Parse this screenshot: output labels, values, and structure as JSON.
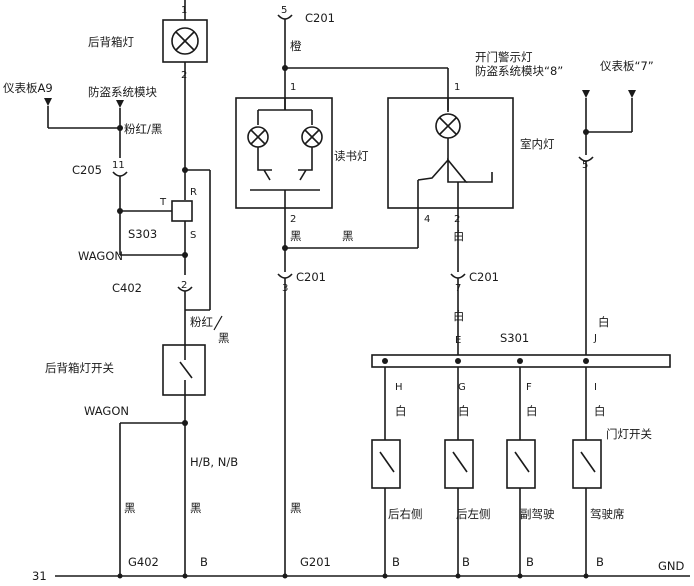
{
  "labels": {
    "trunk_lamp": "后背箱灯",
    "dash_a9": "仪表板A9",
    "anti_theft_module": "防盗系统模块",
    "pink_red_black": "粉红/黑",
    "c205": "C205",
    "t": "T",
    "r": "R",
    "s": "S",
    "s303": "S303",
    "wagon_1": "WAGON",
    "c402": "C402",
    "pink_red": "粉红",
    "black_slash": "黑",
    "trunk_lamp_switch": "后背箱灯开关",
    "wagon_2": "WAGON",
    "hb_nb": "H/B, N/B",
    "black_1": "黑",
    "black_2": "黑",
    "g402": "G402",
    "b_1": "B",
    "num_31": "31",
    "c201_top": "C201",
    "orange": "橙",
    "reading_lamp": "读书灯",
    "black_3": "黑",
    "black_4": "黑",
    "c201_mid": "C201",
    "black_5": "黑",
    "g201": "G201",
    "door_warning_lamp": "开门警示灯",
    "anti_theft_8": "防盗系统模块“8”",
    "dash_7": "仪表板“7”",
    "interior_lamp": "室内灯",
    "white_1": "白",
    "c201_right": "C201",
    "white_2": "白",
    "e": "E",
    "s301": "S301",
    "white_j": "白",
    "j": "J",
    "h": "H",
    "g": "G",
    "f": "F",
    "i": "I",
    "white_h": "白",
    "white_g": "白",
    "white_f": "白",
    "white_i": "白",
    "door_switch": "门灯开关",
    "rear_right": "后右侧",
    "rear_left": "后左侧",
    "passenger": "副驾驶",
    "driver": "驾驶席",
    "b_h": "B",
    "b_g": "B",
    "b_f": "B",
    "b_i": "B",
    "gnd": "GND",
    "pin1_trunk": "1",
    "pin2_trunk": "2",
    "pin11": "11",
    "pin2_c402": "2",
    "pin5_top": "5",
    "pin1_read": "1",
    "pin2_read": "2",
    "pin3": "3",
    "pin1_int": "1",
    "pin4_int": "4",
    "pin2_int": "2",
    "pin7": "7",
    "pin5_right": "5"
  }
}
